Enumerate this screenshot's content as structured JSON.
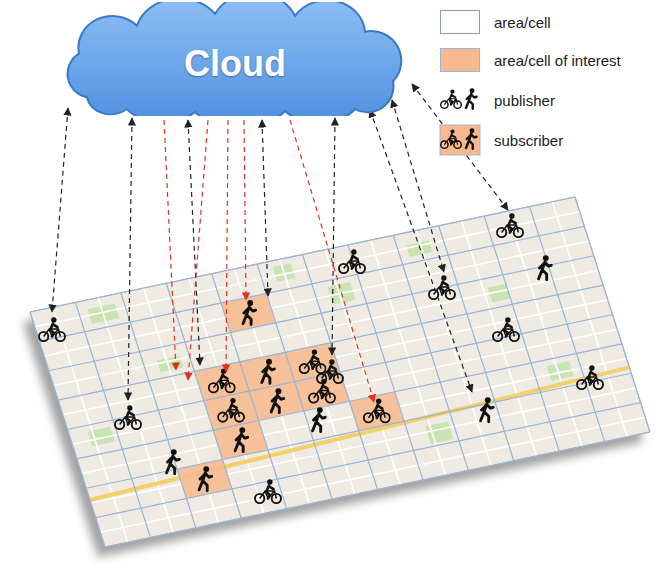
{
  "diagram": {
    "nodes": [
      {
        "text": [
          "Cloud"
        ]
      }
    ],
    "legend": [
      {
        "text": "area/cell"
      },
      {
        "text": "area/cell of interest",
        "color": "#f7b98d"
      },
      {
        "text": "publisher"
      },
      {
        "text": "subscriber"
      }
    ]
  }
}
